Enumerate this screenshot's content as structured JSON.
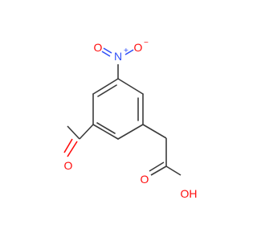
{
  "molecule": {
    "atoms": {
      "nitro_n": "N",
      "nitro_n_charge": "+",
      "nitro_o_left": "O",
      "nitro_o_right": "O",
      "nitro_o_right_charge": "−",
      "aldehyde_o": "O",
      "acid_o_double": "O",
      "acid_oh": "OH"
    },
    "colors": {
      "bond": "#3b3b3b",
      "nitrogen": "#3050f8",
      "oxygen": "#ff0d0d"
    }
  }
}
